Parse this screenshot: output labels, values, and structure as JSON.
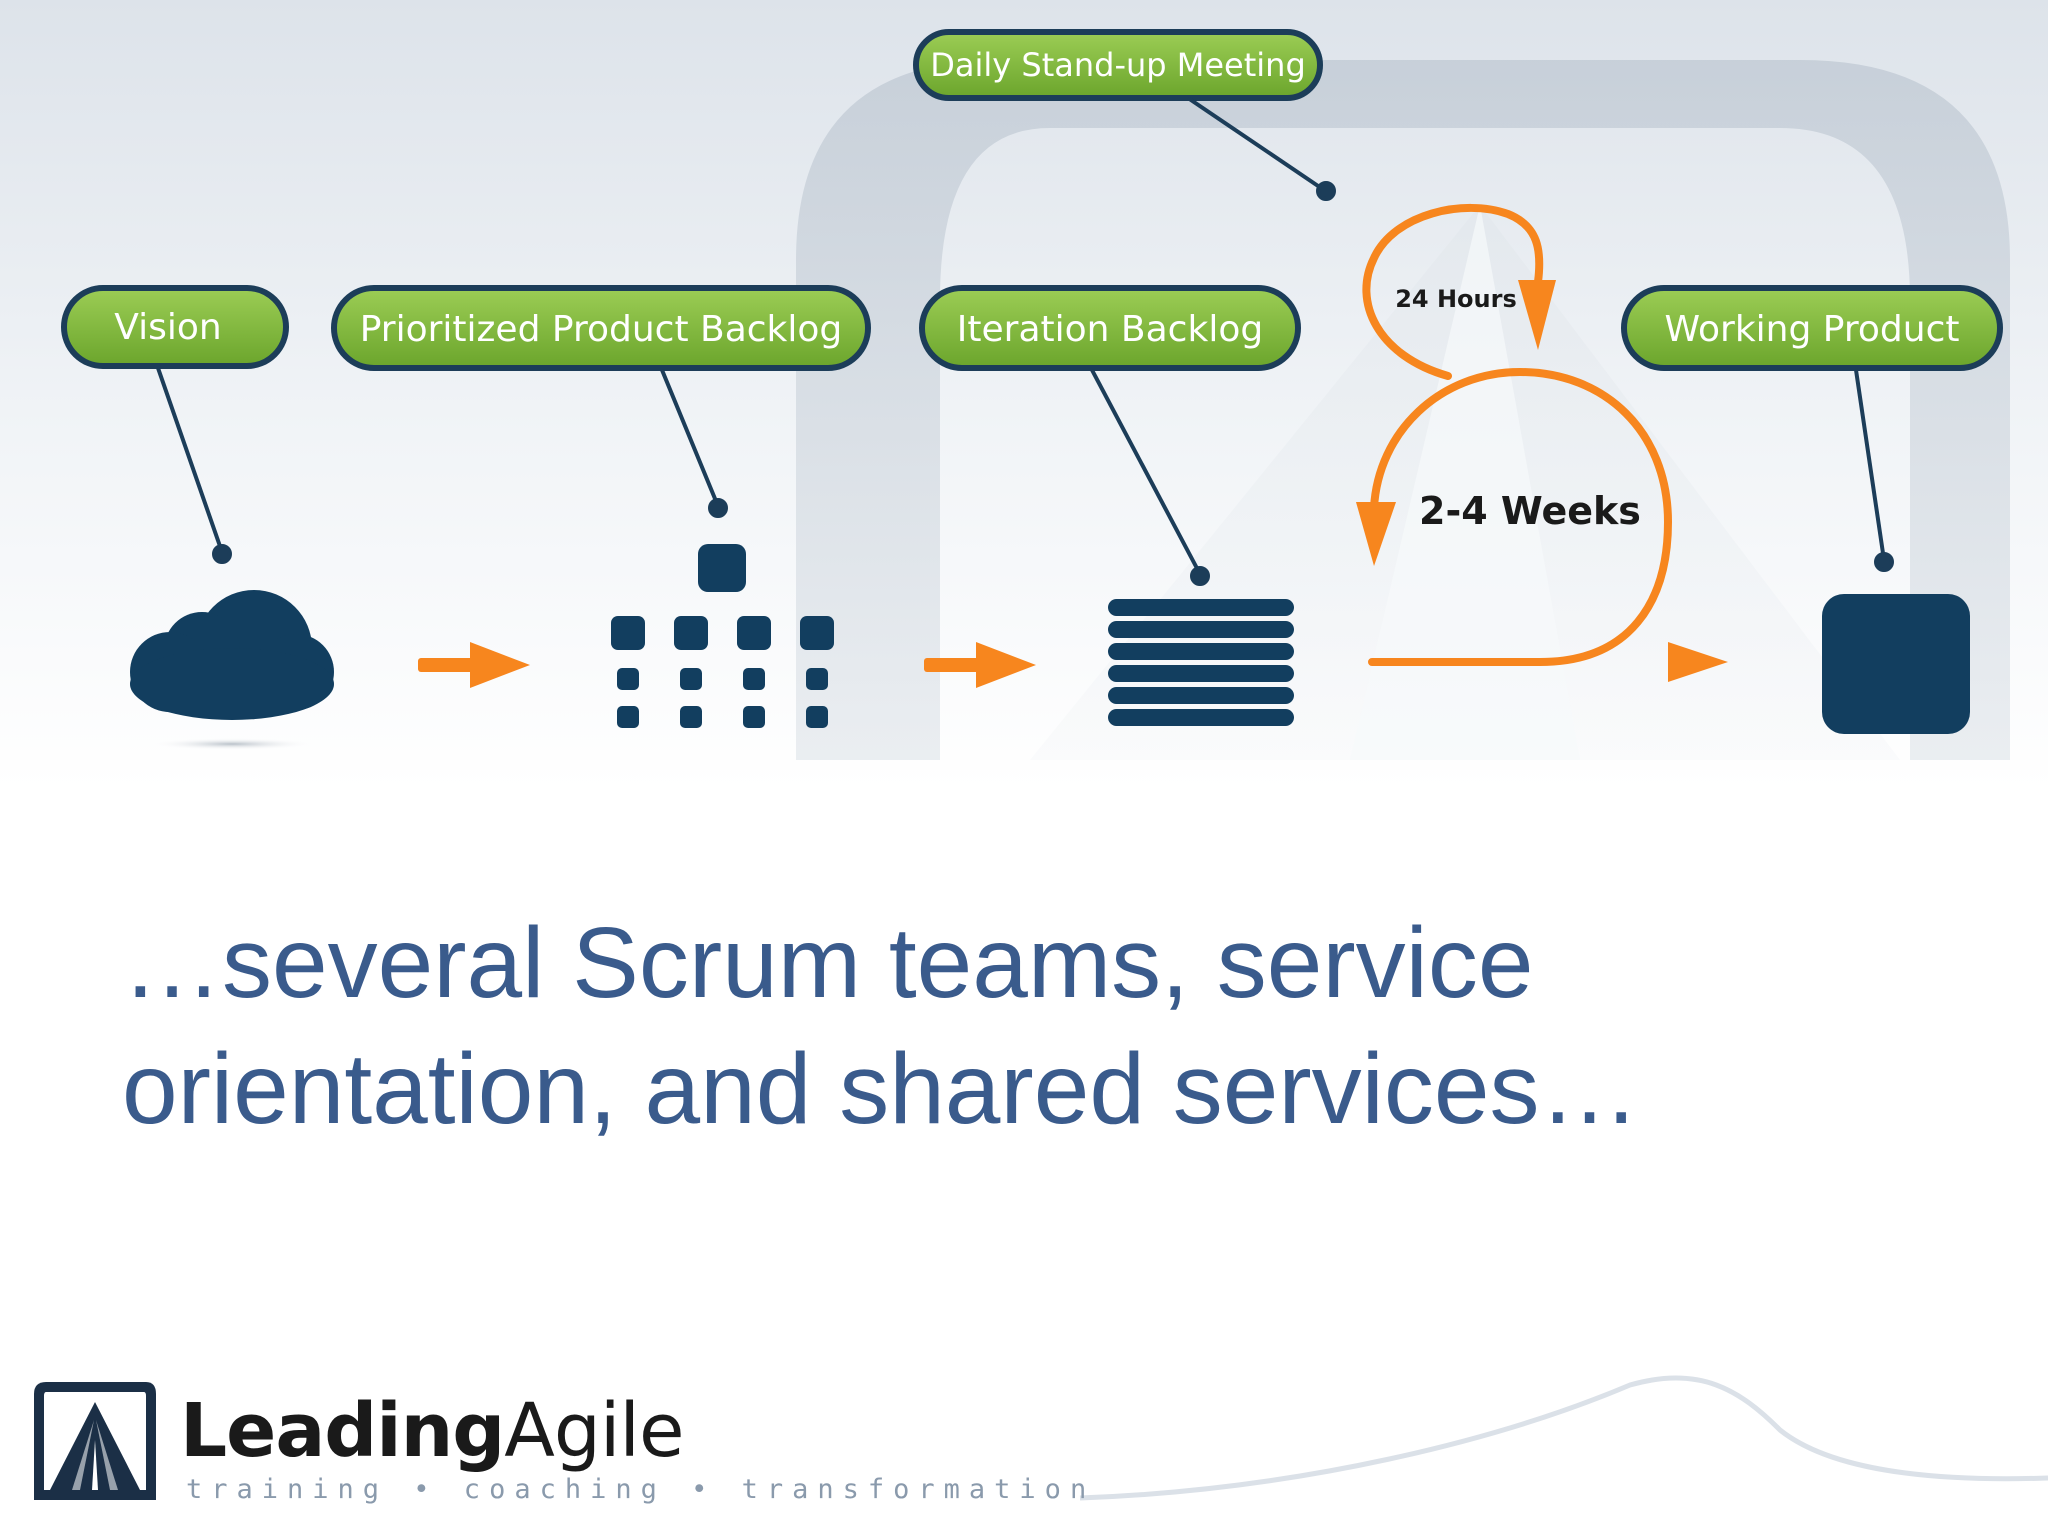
{
  "diagram": {
    "labels": {
      "vision": "Vision",
      "product_backlog": "Prioritized Product Backlog",
      "iteration_backlog": "Iteration Backlog",
      "working_product": "Working Product",
      "daily_standup": "Daily Stand-up Meeting"
    },
    "loops": {
      "daily": "24 Hours",
      "iteration": "2-4 Weeks"
    }
  },
  "caption": {
    "line1": "…several Scrum teams, service",
    "line2": "orientation, and shared services…"
  },
  "logo": {
    "name_bold": "Leading",
    "name_regular": "Agile",
    "tagline": "training • coaching • transformation"
  },
  "colors": {
    "pill_fill": "#7cb83a",
    "pill_border": "#1c3d59",
    "navy": "#123e5f",
    "orange": "#f7861e",
    "caption": "#3a5b8c"
  }
}
